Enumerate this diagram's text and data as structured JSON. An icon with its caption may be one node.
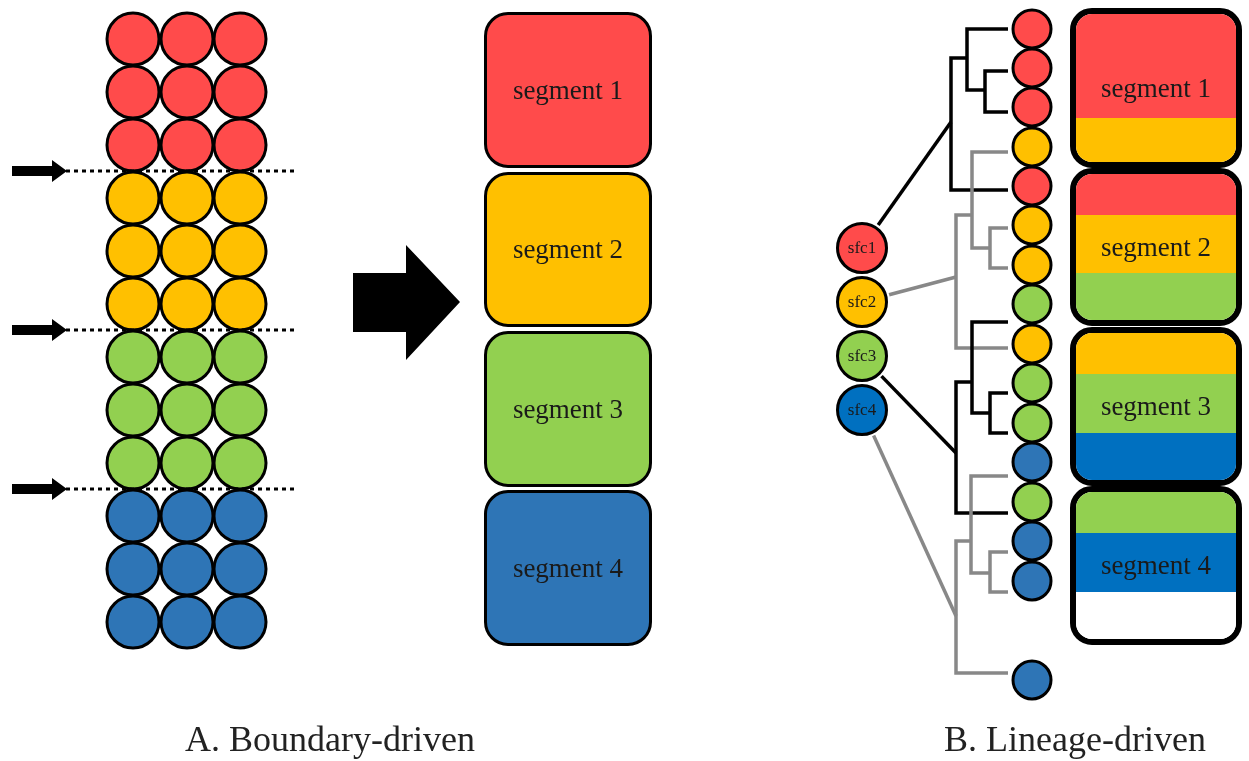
{
  "diagram": {
    "nodes": [
      {
        "text": [
          "segment 1"
        ]
      },
      {
        "text": [
          "segment 2"
        ]
      },
      {
        "text": [
          "segment 3"
        ]
      },
      {
        "text": [
          "segment 4"
        ]
      },
      {
        "text": [
          "sfc1"
        ]
      },
      {
        "text": [
          "sfc2"
        ]
      },
      {
        "text": [
          "sfc3"
        ]
      },
      {
        "text": [
          "sfc4"
        ]
      },
      {
        "text": [
          "segment 1"
        ]
      },
      {
        "text": [
          "segment 2"
        ]
      },
      {
        "text": [
          "segment 3"
        ]
      },
      {
        "text": [
          "segment 4"
        ]
      },
      {
        "text": [],
        "shape": "tree"
      },
      {
        "text": [],
        "shape": "tree"
      },
      {
        "text": [],
        "shape": "tree"
      },
      {
        "text": [],
        "shape": "tree"
      }
    ],
    "edges": [
      {
        "from": 4,
        "to": 12,
        "arrow": "none"
      },
      {
        "from": 5,
        "to": 13,
        "arrow": "none",
        "color": "#888888"
      },
      {
        "from": 6,
        "to": 14,
        "arrow": "none"
      },
      {
        "from": 7,
        "to": 15,
        "arrow": "none",
        "color": "#888888"
      }
    ],
    "labels": [
      "A. Boundary-driven",
      "B. Lineage-driven"
    ]
  }
}
